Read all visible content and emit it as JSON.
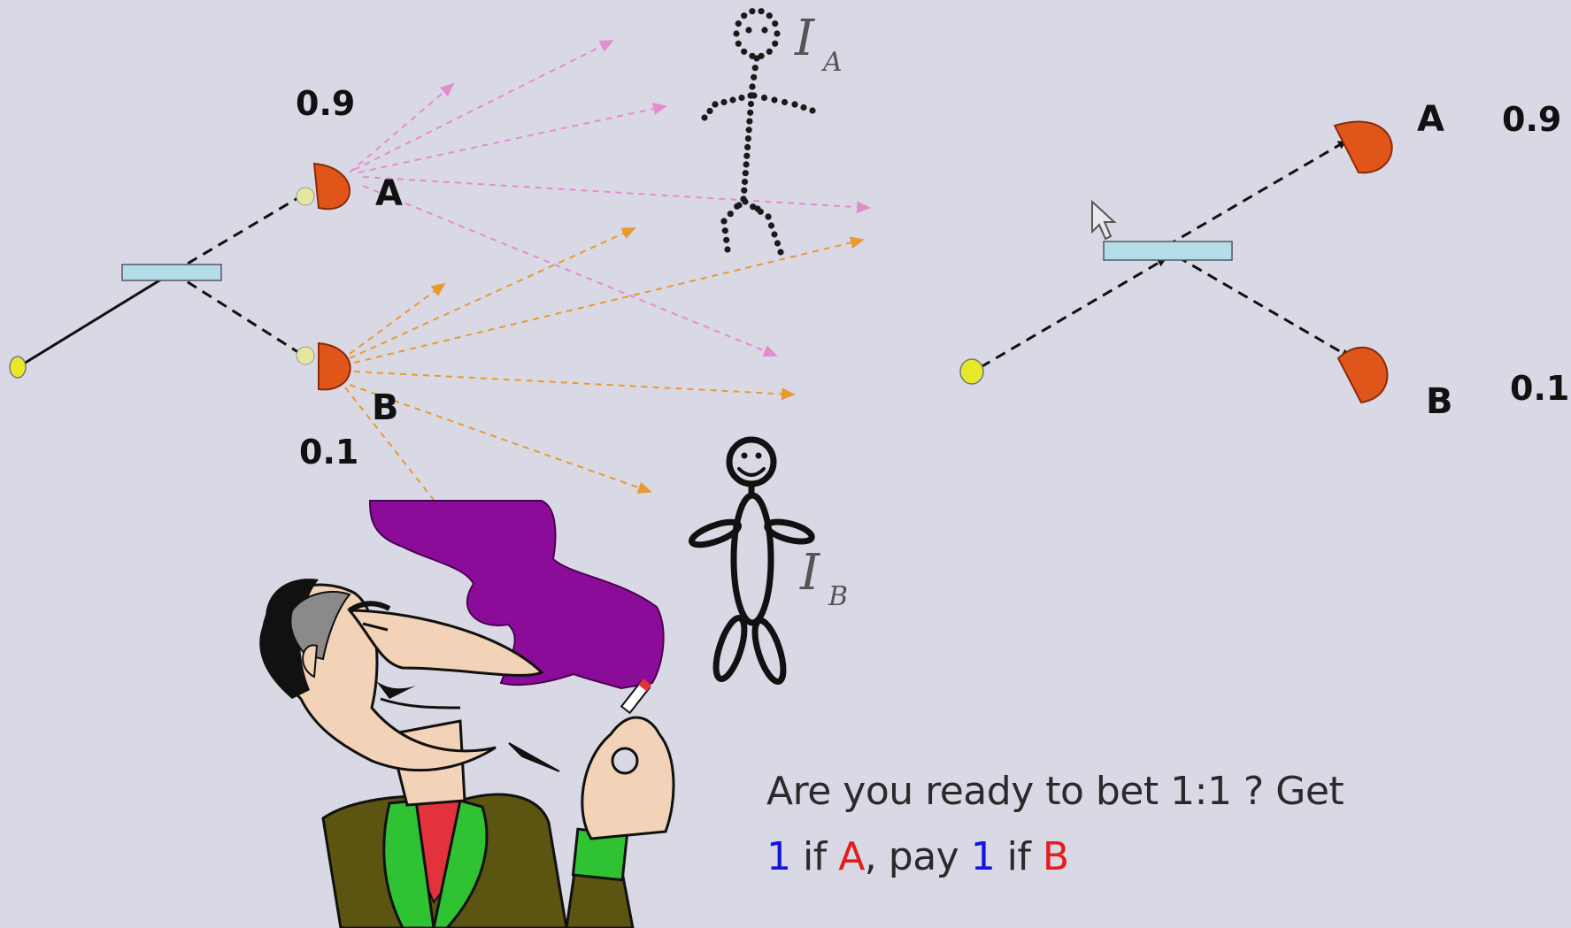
{
  "left_diagram": {
    "prob_a": "0.9",
    "prob_b": "0.1",
    "label_a": "A",
    "label_b": "B"
  },
  "right_diagram": {
    "label_a": "A",
    "prob_a": "0.9",
    "label_b": "B",
    "prob_b": "0.1"
  },
  "observers": {
    "observer_a_symbol": "I",
    "observer_a_sub": "A",
    "observer_b_symbol": "I",
    "observer_b_sub": "B"
  },
  "bet": {
    "line1": "Are you ready to bet 1:1 ?   Get",
    "line2_parts": {
      "p1": "1",
      "p2": " if ",
      "p3": "A",
      "p4": ", pay ",
      "p5": "1",
      "p6": " if ",
      "p7": "B"
    }
  },
  "colors": {
    "background": "#d9d9e6",
    "detector": "#e0561a",
    "beam_splitter": "#b4dde9",
    "source": "#e8e82a",
    "pink_ray": "#e58ccf",
    "orange_ray": "#e89a30",
    "smoke": "#8c0c9a",
    "blue_text": "#1515e0",
    "red_text": "#e41c1c"
  },
  "icons": [
    "mouse-cursor-icon",
    "dotted-stick-figure",
    "smiling-stick-figure",
    "smoking-man-cartoon"
  ]
}
